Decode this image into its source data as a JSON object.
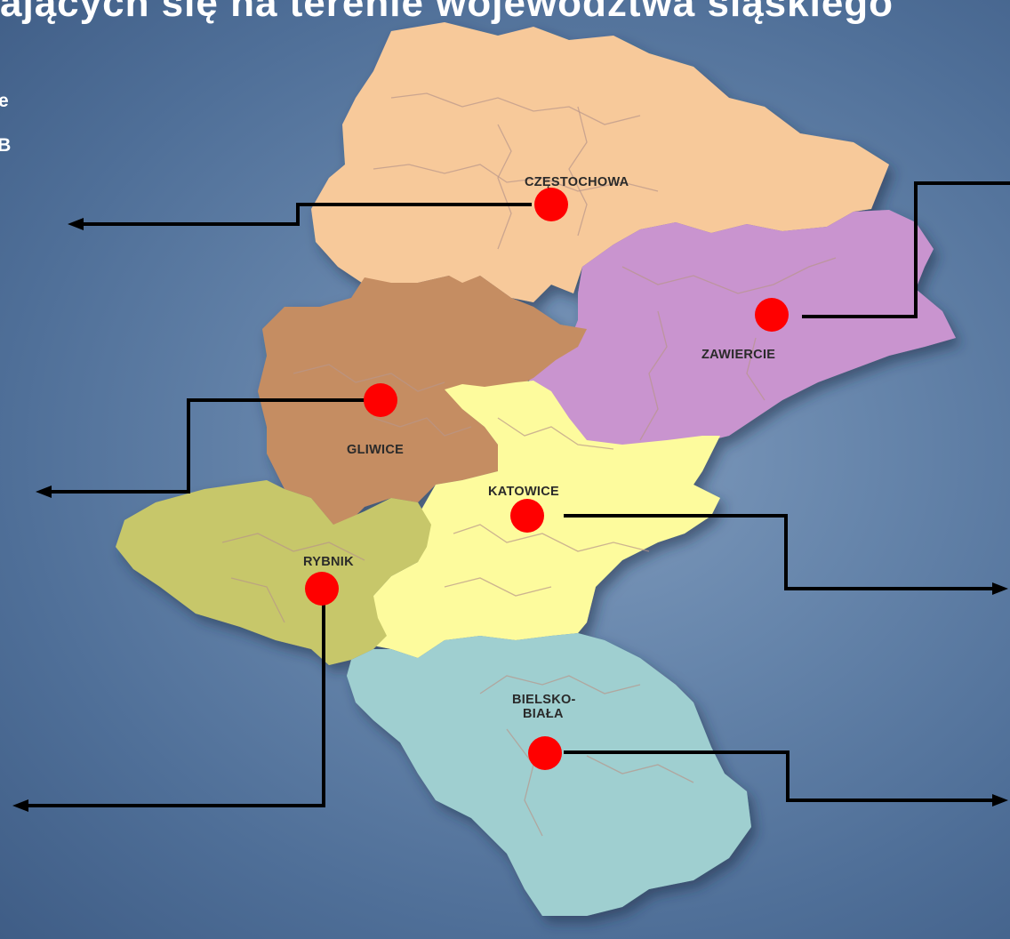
{
  "header": {
    "title_fragment": "ających się na terenie województwa śląskiego",
    "side_line_1": "e",
    "side_line_2": "BB"
  },
  "colors": {
    "czestochowa": "#f7c99a",
    "zawiercie": "#c994cf",
    "gliwice": "#c58d62",
    "katowice": "#fdfb9d",
    "rybnik": "#c7c76a",
    "bielsko": "#9fcfd0",
    "marker": "#ff0000",
    "connector": "#000000"
  },
  "map": {
    "regions": [
      {
        "id": "czestochowa",
        "label": "CZĘSTOCHOWA"
      },
      {
        "id": "zawiercie",
        "label": "ZAWIERCIE"
      },
      {
        "id": "gliwice",
        "label": "GLIWICE"
      },
      {
        "id": "katowice",
        "label": "KATOWICE"
      },
      {
        "id": "rybnik",
        "label": "RYBNIK"
      },
      {
        "id": "bielsko",
        "label_line_1": "BIELSKO-",
        "label_line_2": "BIAŁA"
      }
    ]
  }
}
